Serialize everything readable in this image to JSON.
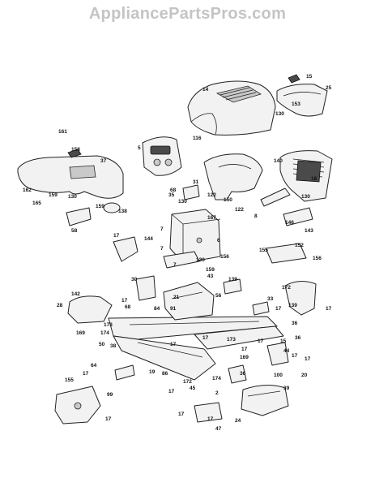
{
  "watermark": "AppliancePartsPros.com",
  "callouts": [
    "15",
    "14",
    "25",
    "153",
    "130",
    "116",
    "161",
    "158",
    "37",
    "5",
    "140",
    "18",
    "130",
    "162",
    "159",
    "165",
    "130",
    "159",
    "138",
    "31",
    "68",
    "35",
    "122",
    "150",
    "122",
    "130",
    "58",
    "167",
    "8",
    "146",
    "143",
    "17",
    "144",
    "7",
    "7",
    "6",
    "156",
    "155",
    "152",
    "156",
    "130",
    "7",
    "159",
    "30",
    "43",
    "139",
    "172",
    "142",
    "28",
    "21",
    "56",
    "33",
    "139",
    "17",
    "17",
    "68",
    "84",
    "91",
    "17",
    "36",
    "169",
    "173",
    "174",
    "50",
    "38",
    "17",
    "17",
    "15",
    "36",
    "17",
    "173",
    "17",
    "44",
    "17",
    "17",
    "100",
    "20",
    "19",
    "64",
    "17",
    "169",
    "36",
    "172",
    "174",
    "45",
    "17",
    "2",
    "155",
    "99",
    "86",
    "17",
    "17",
    "17",
    "24",
    "39",
    "47"
  ]
}
